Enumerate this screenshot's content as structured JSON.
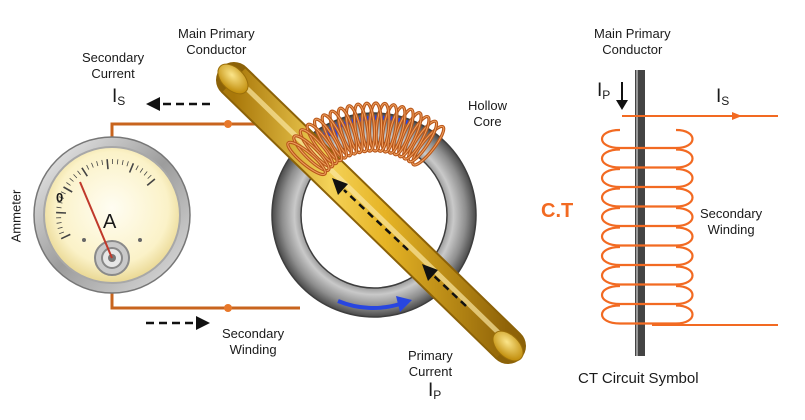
{
  "labels": {
    "main_primary_left_1": "Main Primary",
    "main_primary_left_2": "Conductor",
    "secondary_current_1": "Secondary",
    "secondary_current_2": "Current",
    "is_left_main": "I",
    "is_left_sub": "S",
    "hollow_core_1": "Hollow",
    "hollow_core_2": "Core",
    "ammeter": "Ammeter",
    "meter_zero": "0",
    "meter_unit": "A",
    "secondary_winding_1": "Secondary",
    "secondary_winding_2": "Winding",
    "primary_current_1": "Primary",
    "primary_current_2": "Current",
    "ip_bottom_main": "I",
    "ip_bottom_sub": "P",
    "main_primary_right_1": "Main Primary",
    "main_primary_right_2": "Conductor",
    "ip_right_main": "I",
    "ip_right_sub": "P",
    "is_right_main": "I",
    "is_right_sub": "S",
    "ct": "C.T",
    "sec_winding_right_1": "Secondary",
    "sec_winding_right_2": "Winding",
    "caption": "CT Circuit Symbol"
  },
  "colors": {
    "copper": "#c8641e",
    "gold_conductor": "#e0b020",
    "core_gray": "#8a8a8a",
    "flux_arrow": "#2846e0",
    "symbol_orange": "#f26a22",
    "symbol_core": "#555555"
  }
}
